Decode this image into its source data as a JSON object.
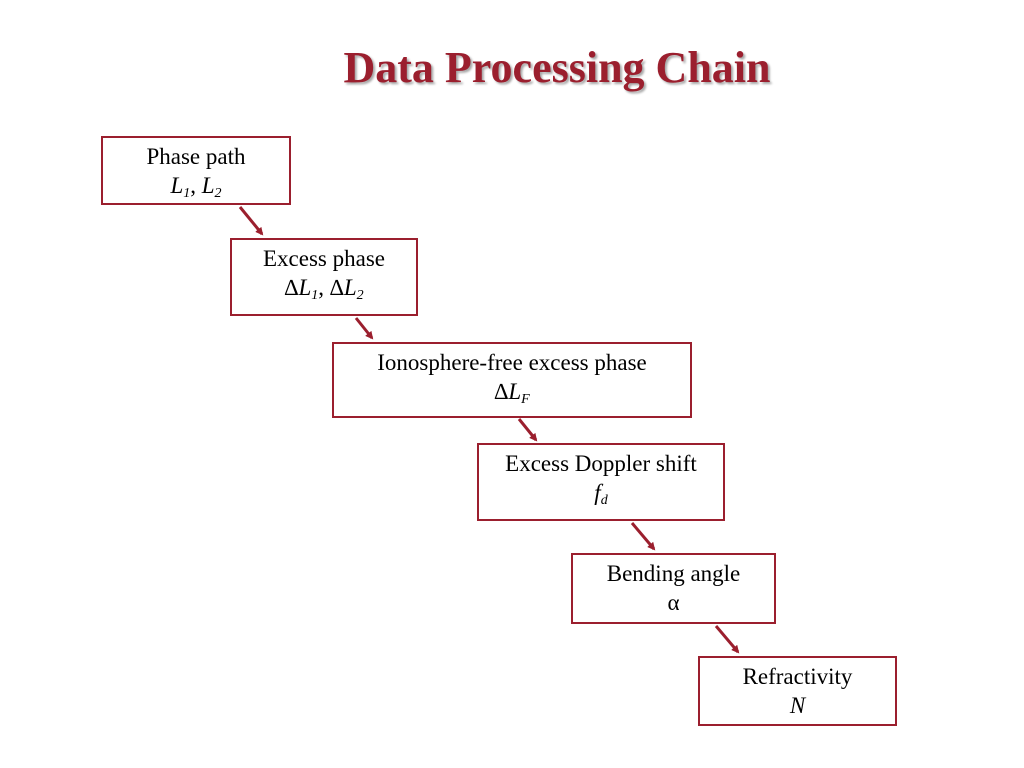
{
  "title": "Data Processing Chain",
  "accent_color": "#9b1f2e",
  "steps": [
    {
      "label": "Phase path",
      "symbol": [
        {
          "t": "L",
          "i": true
        },
        {
          "t": "1",
          "sub": true,
          "i": true
        },
        {
          "t": ", "
        },
        {
          "t": "L",
          "i": true
        },
        {
          "t": "2",
          "sub": true,
          "i": true
        }
      ]
    },
    {
      "label": "Excess phase",
      "symbol": [
        {
          "t": "∆"
        },
        {
          "t": "L",
          "i": true
        },
        {
          "t": "1",
          "sub": true,
          "i": true
        },
        {
          "t": ", ∆"
        },
        {
          "t": "L",
          "i": true
        },
        {
          "t": "2",
          "sub": true,
          "i": true
        }
      ]
    },
    {
      "label": "Ionosphere-free excess phase",
      "symbol": [
        {
          "t": "∆"
        },
        {
          "t": "L",
          "i": true
        },
        {
          "t": "F",
          "sub": true,
          "i": true
        }
      ]
    },
    {
      "label": "Excess Doppler shift",
      "symbol": [
        {
          "t": "f",
          "i": true
        },
        {
          "t": "d",
          "sub": true,
          "i": true
        }
      ]
    },
    {
      "label": "Bending angle",
      "symbol": [
        {
          "t": "α"
        }
      ]
    },
    {
      "label": "Refractivity",
      "symbol": [
        {
          "t": "N",
          "i": true
        }
      ]
    }
  ]
}
